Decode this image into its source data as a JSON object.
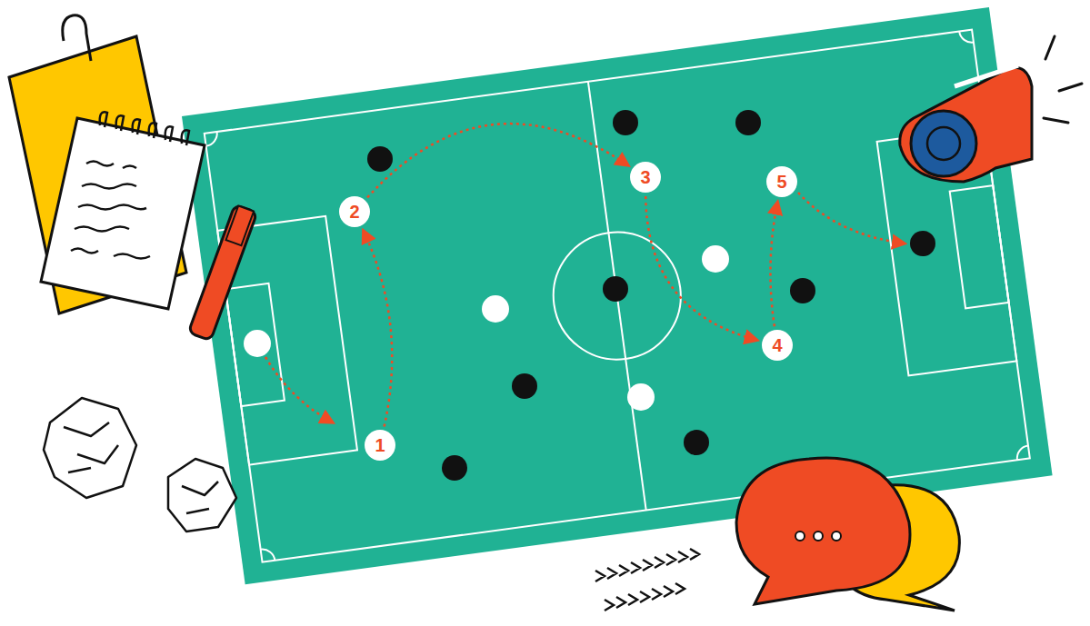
{
  "diagram": {
    "nodes": [
      {
        "text": [
          "1"
        ]
      },
      {
        "text": [
          "2"
        ]
      },
      {
        "text": [
          "3"
        ]
      },
      {
        "text": [
          "4"
        ]
      },
      {
        "text": [
          "5"
        ]
      }
    ],
    "edges": [
      {
        "from": 0,
        "to": 1,
        "arrow": "to"
      },
      {
        "from": 1,
        "to": 2,
        "arrow": "to"
      },
      {
        "from": 2,
        "to": 3,
        "arrow": "to"
      },
      {
        "from": 3,
        "to": 4,
        "arrow": "to"
      }
    ]
  }
}
